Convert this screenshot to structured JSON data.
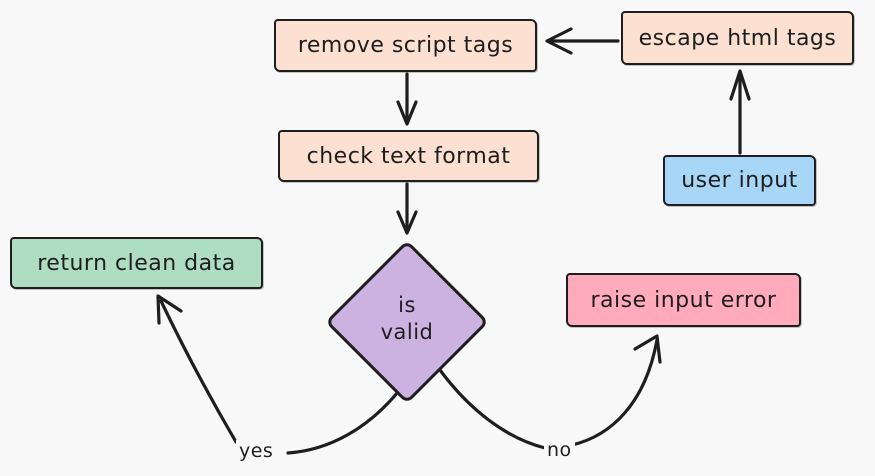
{
  "diagram": {
    "background": "#f8f8f8",
    "stroke_color": "#1e1e1e",
    "nodes": {
      "remove_script_tags": {
        "label": "remove script tags",
        "fill": "#fce0d1"
      },
      "escape_html_tags": {
        "label": "escape html tags",
        "fill": "#fce0d1"
      },
      "user_input": {
        "label": "user input",
        "fill": "#a7d6f7"
      },
      "check_text_format": {
        "label": "check text format",
        "fill": "#fce0d1"
      },
      "is_valid": {
        "line1": "is",
        "line2": "valid",
        "fill": "#ccb2e0"
      },
      "return_clean_data": {
        "label": "return clean data",
        "fill": "#afddc1"
      },
      "raise_input_error": {
        "label": "raise input error",
        "fill": "#ffabbb"
      }
    },
    "edges": [
      {
        "from": "user input",
        "to": "escape html tags",
        "label": ""
      },
      {
        "from": "escape html tags",
        "to": "remove script tags",
        "label": ""
      },
      {
        "from": "remove script tags",
        "to": "check text format",
        "label": ""
      },
      {
        "from": "check text format",
        "to": "is valid",
        "label": ""
      },
      {
        "from": "is valid",
        "to": "return clean data",
        "label": "yes"
      },
      {
        "from": "is valid",
        "to": "raise input error",
        "label": "no"
      }
    ]
  }
}
